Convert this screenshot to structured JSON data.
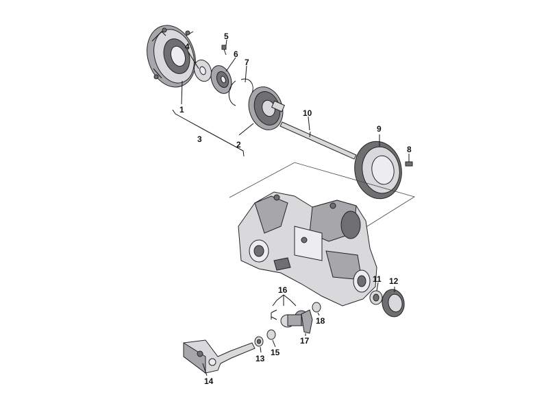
{
  "callouts": {
    "p1": "1",
    "p2": "2",
    "p3": "3",
    "p4": "4",
    "p5": "5",
    "p6": "6",
    "p7": "7",
    "p8": "8",
    "p9": "9",
    "p10": "10",
    "p11": "11",
    "p12": "12",
    "p13": "13",
    "p14": "14",
    "p15": "15",
    "p16": "16",
    "p17": "17",
    "p18": "18"
  },
  "colors": {
    "line": "#111111",
    "metal_dark": "#6f6f72",
    "metal_mid": "#a7a7ab",
    "metal_light": "#d9d9dc",
    "background": "#ffffff"
  }
}
